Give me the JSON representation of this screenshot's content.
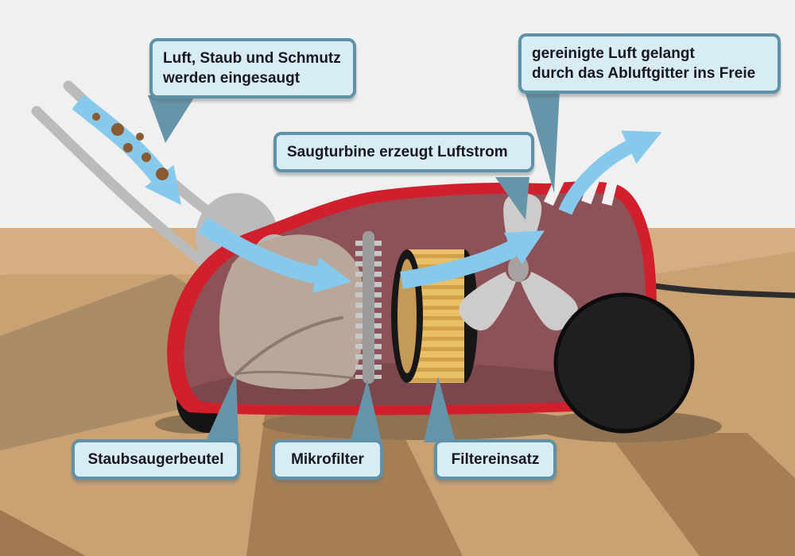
{
  "diagram": {
    "title_hint": "Funktionsweise eines Staubsaugers (vacuum cleaner airflow diagram)",
    "labels": {
      "intake": {
        "text": "Luft, Staub und Schmutz\nwerden eingesaugt"
      },
      "exhaust": {
        "text": "gereinigte Luft gelangt\ndurch das Abluftgitter ins Freie"
      },
      "turbine": {
        "text": "Saugturbine erzeugt Luftstrom"
      },
      "bag": {
        "text": "Staubsaugerbeutel"
      },
      "microfilter": {
        "text": "Mikrofilter"
      },
      "filter_insert": {
        "text": "Filtereinsatz"
      }
    },
    "colors": {
      "wall": "#f1f0f0",
      "floor_light": "#d5ae81",
      "floor_mid": "#c9a173",
      "floor_plank_dark": "#a67e54",
      "floor_shadow": "#a98b68",
      "body_outline_red": "#d0202e",
      "body_interior_maroon": "#8c5257",
      "body_interior_dark": "#7b474c",
      "wheel_black": "#1f1f1f",
      "hose_gray": "#bcbbbb",
      "dust_brown": "#8a5a30",
      "bag_beige": "#b9a899",
      "microfilter_gray": "#9b9b9b",
      "filter_stripe_light": "#e9bf67",
      "filter_stripe_dark": "#d2a24a",
      "fan_gray": "#cecbcb",
      "airflow_blue": "#86c9ec",
      "pointer_bluegray": "#6695aa",
      "callout_fill": "#d8ecf6",
      "callout_border": "#5e92a8"
    }
  }
}
